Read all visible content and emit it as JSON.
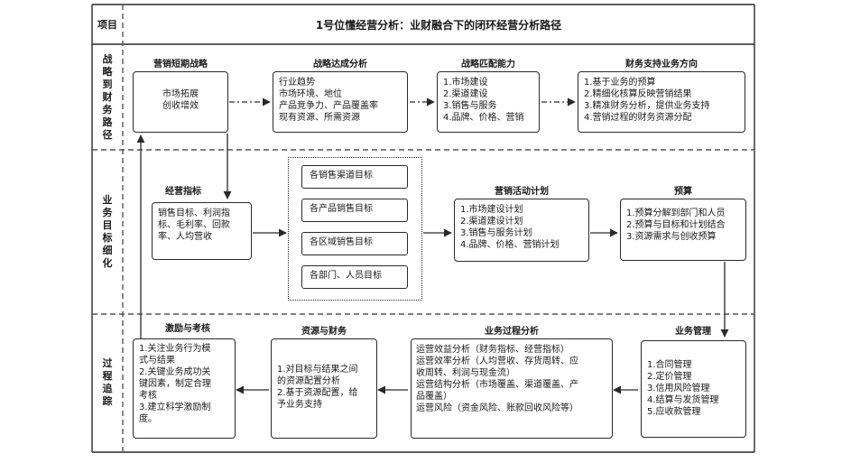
{
  "header": {
    "col_label": "项目",
    "title": "1号位懂经营分析：业财融合下的闭环经营分析路径"
  },
  "rows": {
    "row1": [
      "战",
      "略",
      "到",
      "财",
      "务",
      "路",
      "径"
    ],
    "row2": [
      "业",
      "务",
      "目",
      "标",
      "细",
      "化"
    ],
    "row3": [
      "过",
      "程",
      "追",
      "踪"
    ]
  },
  "strategy": {
    "short_term": {
      "title": "营销短期战略",
      "lines": [
        "市场拓展",
        "创收增效"
      ]
    },
    "achieve": {
      "title": "战略达成分析",
      "lines": [
        "行业趋势",
        "市场环境、地位",
        "产品竞争力、产品覆盖率",
        "现有资源、所需资源"
      ]
    },
    "match": {
      "title": "战略匹配能力",
      "lines": [
        "1.市场建设",
        "2.渠道建设",
        "3.销售与服务",
        "4.品牌、价格、营销"
      ]
    },
    "finance_support": {
      "title": "财务支持业务方向",
      "lines": [
        "1.基于业务的预算",
        "2.精细化核算反映营销结果",
        "3.精准财务分析，提供业务支持",
        "4.营销过程的财务资源分配"
      ]
    }
  },
  "targets": {
    "indicators": {
      "title": "经营指标",
      "lines": [
        "销售目标、利润指",
        "标、毛利率、回款",
        "率、人均营收"
      ]
    },
    "breakdown": [
      "各销售渠道目标",
      "各产品销售目标",
      "各区域销售目标",
      "各部门、人员目标"
    ],
    "activity": {
      "title": "营销活动计划",
      "lines": [
        "1.市场建设计划",
        "2.渠道建设计划",
        "3.销售与服务计划",
        "4.品牌、价格、营销计划"
      ]
    },
    "budget": {
      "title": "预算",
      "lines": [
        "1.预算分解到部门和人员",
        "2.预算与目标和计划结合",
        "3.资源需求与创收预算"
      ]
    }
  },
  "process": {
    "incentive": {
      "title": "激励与考核",
      "lines": [
        "1.关注业务行为模",
        "式与结果",
        "2.关键业务成功关",
        "键因素，制定合理",
        "考核",
        "3.建立科学激励制",
        "度。"
      ]
    },
    "resources": {
      "title": "资源与财务",
      "lines": [
        "1.对目标与结果之间",
        "的资源配置分析",
        "2.基于资源配置，给",
        "予业务支持"
      ]
    },
    "analysis": {
      "title": "业务过程分析",
      "lines": [
        "运营效益分析（财务指标、经营指标）",
        "运营效率分析（人均营收、存货周转、应",
        "收周转、利润与现金流）",
        "运营结构分析（市场覆盖、渠道覆盖、产",
        "品覆盖）",
        "运营风险（资金风险、账款回收风险等）"
      ]
    },
    "management": {
      "title": "业务管理",
      "lines": [
        "1.合同管理",
        "2.定价管理",
        "3.信用风险管理",
        "4.结算与发货管理",
        "5.应收款管理"
      ]
    }
  },
  "colors": {
    "line": "#2a2a2a",
    "dash": "#555555",
    "background": "#ffffff"
  }
}
